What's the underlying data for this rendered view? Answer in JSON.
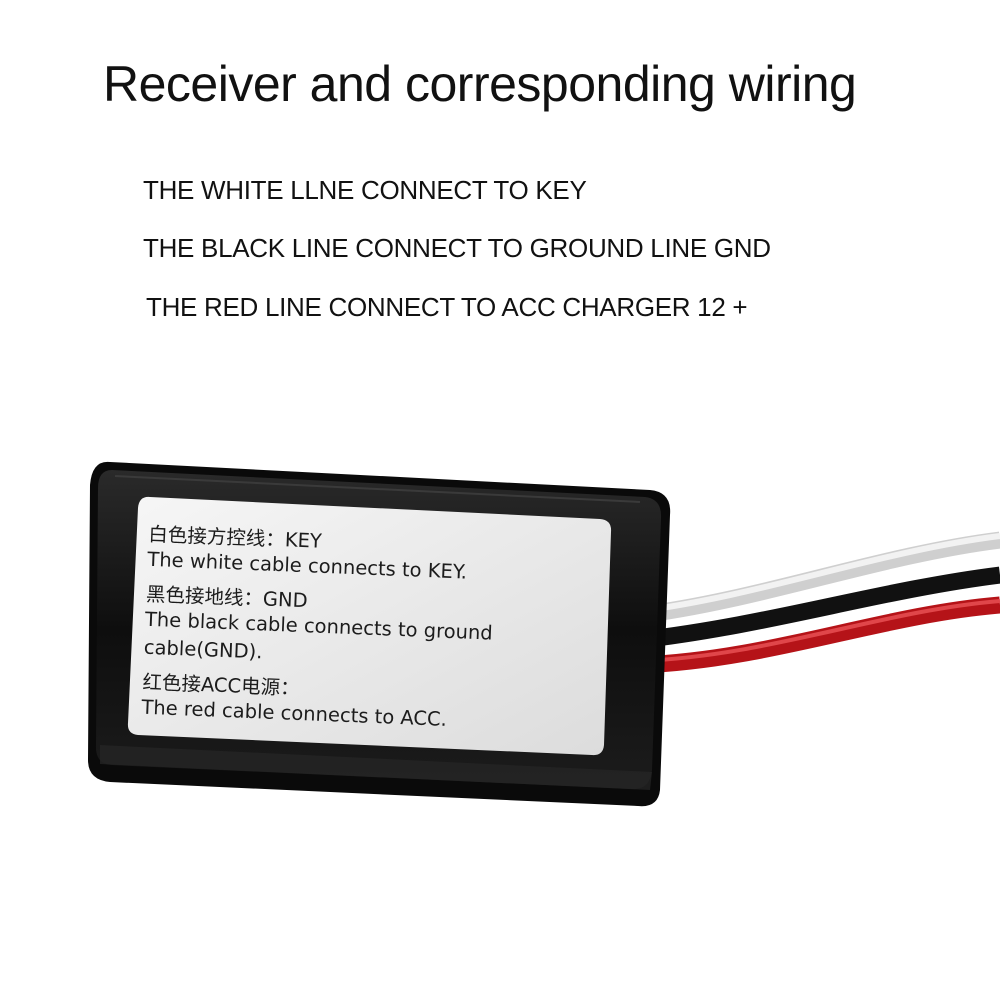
{
  "heading": "Receiver and corresponding wiring",
  "instructions": [
    "THE WHITE LLNE CONNECT TO KEY",
    "THE BLACK LINE CONNECT TO GROUND LINE GND",
    "THE RED LINE CONNECT TO ACC CHARGER 12 +"
  ],
  "device_label": {
    "line1": "白色接方控线：KEY",
    "line2": "The white cable connects to KEY.",
    "line3": "黑色接地线：GND",
    "line4": "The black cable connects to ground",
    "line5": "cable(GND).",
    "line6": "红色接ACC电源：",
    "line7": "The red cable connects to ACC."
  },
  "colors": {
    "housing": "#0d0d0d",
    "label": "#ececec",
    "wire_white": "#e6e6e6",
    "wire_black": "#141414",
    "wire_red": "#c0151a"
  }
}
